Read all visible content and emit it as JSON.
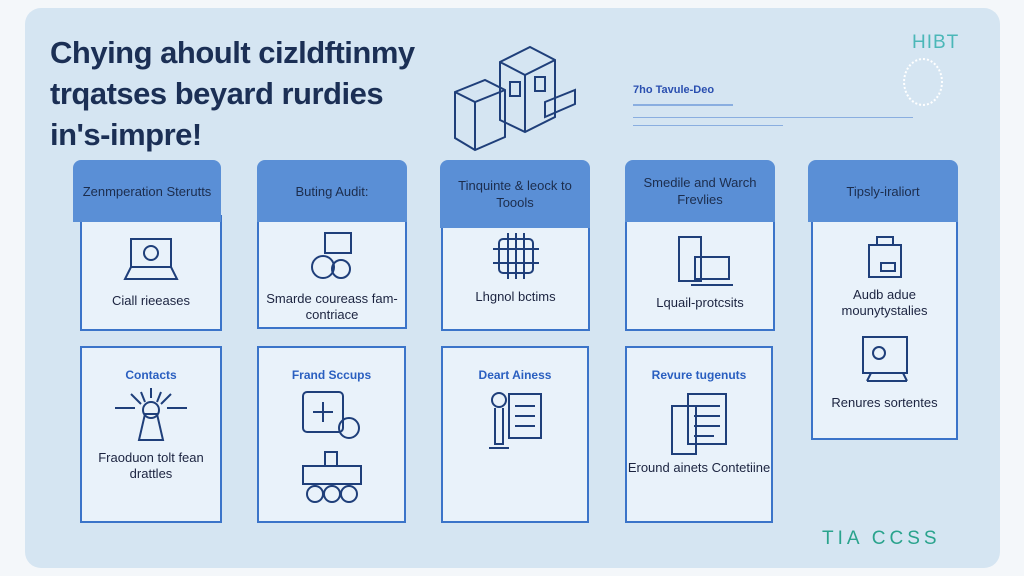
{
  "title": [
    "Chying ahoult cizldftinmy",
    "trqatses beyard rurdies",
    "in's-impre!"
  ],
  "subtitle": "7ho Tavule-Deo",
  "brand_top": "HIBT",
  "brand_bottom": "TIA CCSS",
  "top_cards": [
    {
      "header": "Zenmperation Sterutts",
      "text": "Ciall rieeases"
    },
    {
      "header": "Buting Audit:",
      "text": "Smarde coureass fam-contriace"
    },
    {
      "header": "Tinquinte & leock to Toools",
      "text": "Lhgnol bctims"
    },
    {
      "header": "Smedile and Warch Frevlies",
      "text": "Lquail-protcsits"
    },
    {
      "header": "Tipsly-iraliort",
      "text": "Audb adue mounytystalies",
      "text2": "Renures sortentes"
    }
  ],
  "bottom_cards": [
    {
      "title": "Contacts",
      "text": "Fraoduon tolt fean drattles"
    },
    {
      "title": "Frand Sccups",
      "text": ""
    },
    {
      "title": "Deart Ainess",
      "text": ""
    },
    {
      "title": "Revure tugenuts",
      "text": "Eround ainets Contetiine"
    }
  ]
}
